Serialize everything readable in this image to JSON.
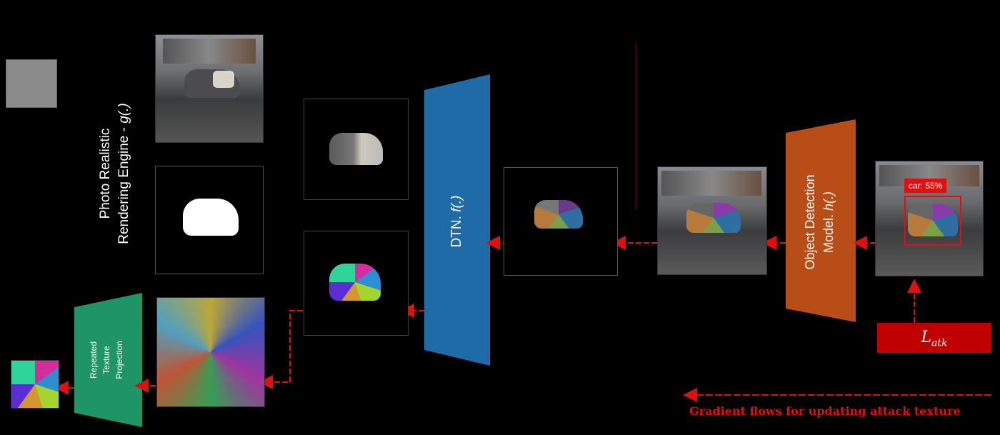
{
  "render_engine": {
    "line1": "Photo Realistic",
    "line2": "Rendering Engine - ",
    "func": "g(.)"
  },
  "dtn": {
    "label": "DTN. ",
    "func": "f(.)"
  },
  "detector": {
    "line1": "Object Detection",
    "line2": "Model. ",
    "func": "h(.)"
  },
  "texture_proj": {
    "line1": "Repeated",
    "line2": "Texture",
    "line3": "Projection"
  },
  "detection_box": {
    "label": "car: 55%"
  },
  "loss": {
    "symbol": "L",
    "subscript": "atk"
  },
  "legend": {
    "label": "Gradient flows for updating attack texture"
  },
  "colors": {
    "dtn_blue": "#1f6ba8",
    "detector_orange": "#b84d17",
    "projection_green": "#1f9466",
    "gradient_red": "#e01010",
    "loss_red": "#c00000"
  }
}
